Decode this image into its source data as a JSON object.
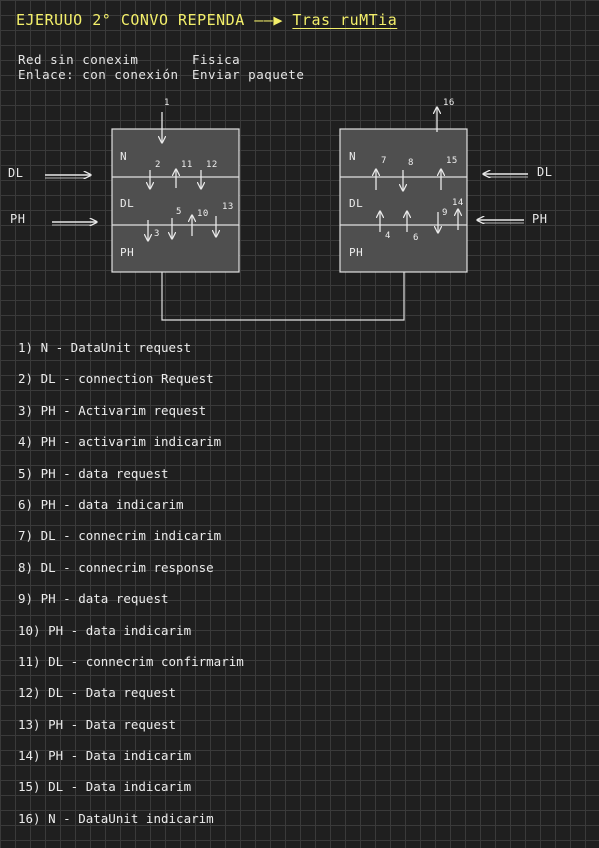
{
  "title": {
    "prefix": "EJERUUO 2° CONVO REPENDA",
    "accent": "Tras ruMTia"
  },
  "notes": {
    "left_line1": "Red sin conexim",
    "left_line2": "Enlace: con conexión",
    "right_line1": "Fisica",
    "right_line2": "Enviar paquete"
  },
  "left_side": {
    "dl": "DL",
    "ph": "PH"
  },
  "right_side": {
    "dl": "DL",
    "ph": "PH"
  },
  "left_box": {
    "n": "N",
    "dl": "DL",
    "ph": "PH"
  },
  "right_box": {
    "n": "N",
    "dl": "DL",
    "ph": "PH"
  },
  "arrow_numbers": {
    "n1": "1",
    "n2": "2",
    "n3": "3",
    "n5": "5",
    "n10": "10",
    "n11": "11",
    "n12": "12",
    "n13": "13",
    "n4": "4",
    "n6": "6",
    "n7": "7",
    "n8": "8",
    "n9": "9",
    "n14": "14",
    "n15": "15",
    "n16": "16"
  },
  "steps": [
    "1) N - DataUnit request",
    "2) DL - connection Request",
    "3) PH - Activarim request",
    "4) PH - activarim indicarim",
    "5) PH - data request",
    "6) PH - data indicarim",
    "7) DL - connecrim indicarim",
    "8) DL - connecrim response",
    "9) PH - data request",
    "10) PH - data indicarim",
    "11) DL - connecrim confirmarim",
    "12) DL - Data request",
    "13) PH - Data request",
    "14) PH - Data indicarim",
    "15) DL - Data indicarim",
    "16) N - DataUnit indicarim"
  ]
}
